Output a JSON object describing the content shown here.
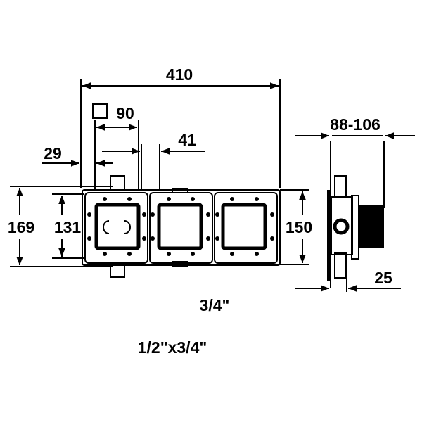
{
  "dimensions": {
    "width_total": "410",
    "square_size": "90",
    "spacing": "41",
    "offset": "29",
    "height_outer": "169",
    "height_inner": "131",
    "height_frame": "150",
    "depth_range": "88-106",
    "depth_front": "25"
  },
  "connections": {
    "main": "3/4\"",
    "reducer": "1/2\"x3/4\""
  },
  "colors": {
    "line": "#000000",
    "background": "#ffffff"
  }
}
